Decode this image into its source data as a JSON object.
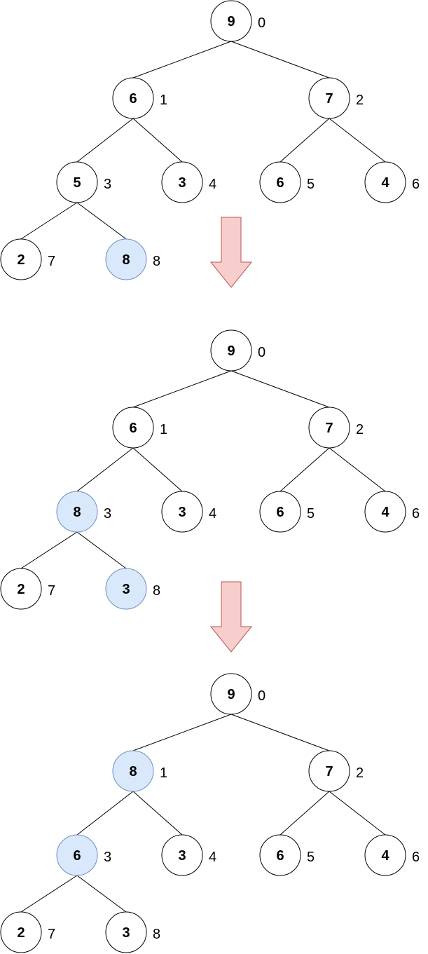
{
  "colors": {
    "node_fill": "#ffffff",
    "highlight_fill": "#dae8fc",
    "highlight_stroke": "#6c8ebf",
    "arrow_fill": "#f8cecc",
    "arrow_stroke": "#b85450"
  },
  "trees": [
    {
      "nodes": [
        {
          "value": "9",
          "index": "0",
          "highlighted": false
        },
        {
          "value": "6",
          "index": "1",
          "highlighted": false
        },
        {
          "value": "7",
          "index": "2",
          "highlighted": false
        },
        {
          "value": "5",
          "index": "3",
          "highlighted": false
        },
        {
          "value": "3",
          "index": "4",
          "highlighted": false
        },
        {
          "value": "6",
          "index": "5",
          "highlighted": false
        },
        {
          "value": "4",
          "index": "6",
          "highlighted": false
        },
        {
          "value": "2",
          "index": "7",
          "highlighted": false
        },
        {
          "value": "8",
          "index": "8",
          "highlighted": true
        }
      ]
    },
    {
      "nodes": [
        {
          "value": "9",
          "index": "0",
          "highlighted": false
        },
        {
          "value": "6",
          "index": "1",
          "highlighted": false
        },
        {
          "value": "7",
          "index": "2",
          "highlighted": false
        },
        {
          "value": "8",
          "index": "3",
          "highlighted": true
        },
        {
          "value": "3",
          "index": "4",
          "highlighted": false
        },
        {
          "value": "6",
          "index": "5",
          "highlighted": false
        },
        {
          "value": "4",
          "index": "6",
          "highlighted": false
        },
        {
          "value": "2",
          "index": "7",
          "highlighted": false
        },
        {
          "value": "3",
          "index": "8",
          "highlighted": true
        }
      ]
    },
    {
      "nodes": [
        {
          "value": "9",
          "index": "0",
          "highlighted": false
        },
        {
          "value": "8",
          "index": "1",
          "highlighted": true
        },
        {
          "value": "7",
          "index": "2",
          "highlighted": false
        },
        {
          "value": "6",
          "index": "3",
          "highlighted": true
        },
        {
          "value": "3",
          "index": "4",
          "highlighted": false
        },
        {
          "value": "6",
          "index": "5",
          "highlighted": false
        },
        {
          "value": "4",
          "index": "6",
          "highlighted": false
        },
        {
          "value": "2",
          "index": "7",
          "highlighted": false
        },
        {
          "value": "3",
          "index": "8",
          "highlighted": false
        }
      ]
    }
  ],
  "edges": [
    [
      0,
      1
    ],
    [
      0,
      2
    ],
    [
      1,
      3
    ],
    [
      1,
      4
    ],
    [
      2,
      5
    ],
    [
      2,
      6
    ],
    [
      3,
      7
    ],
    [
      3,
      8
    ]
  ],
  "arrows": [
    {
      "from_tree": 0,
      "to_tree": 1
    },
    {
      "from_tree": 1,
      "to_tree": 2
    }
  ]
}
